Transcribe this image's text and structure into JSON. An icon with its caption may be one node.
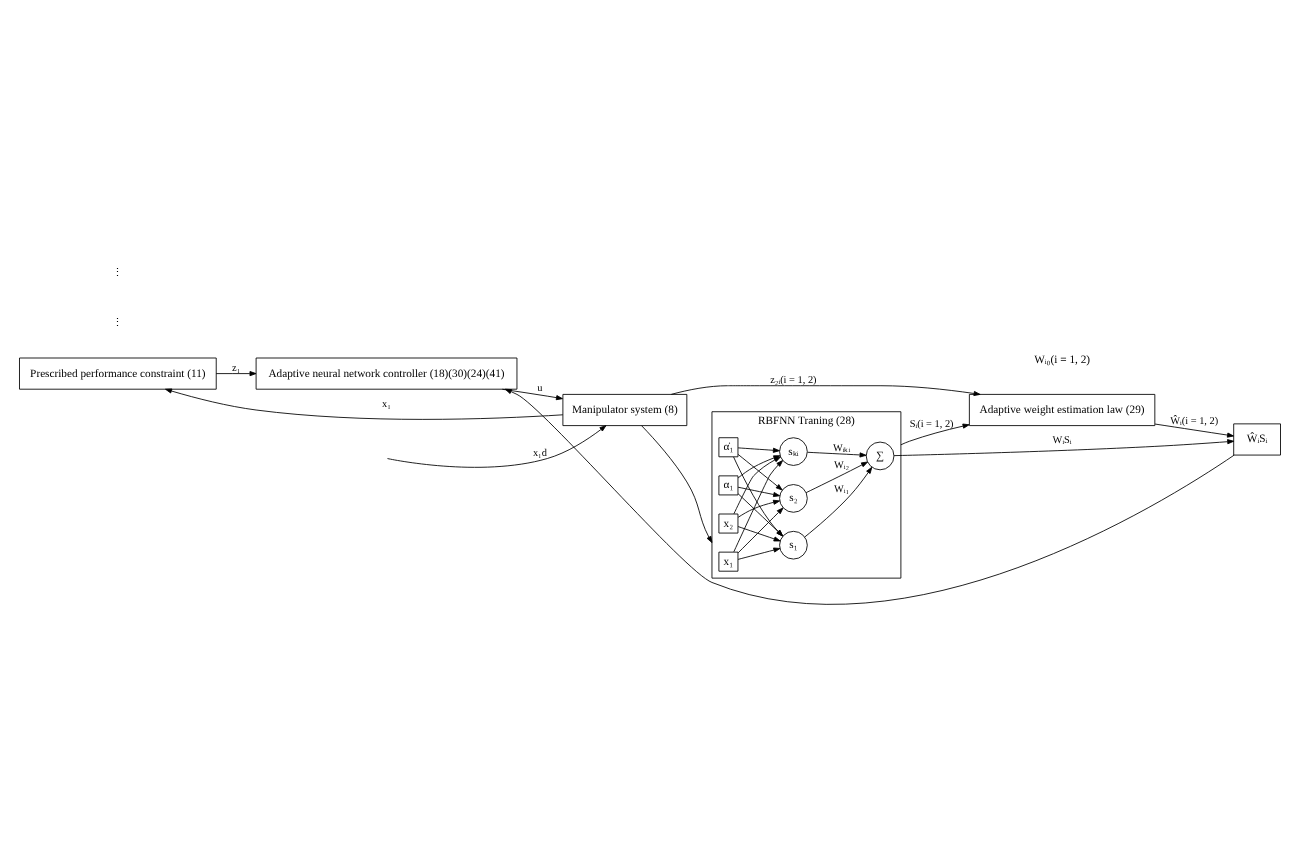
{
  "diagram": {
    "nodes": [
      {
        "text": [
          "Prescribed performance constraint (11)"
        ]
      },
      {
        "text": [
          "Adaptive neural network controller (18)(30)(24)(41)"
        ]
      },
      {
        "text": [
          "Manipulator system (8)"
        ]
      },
      {
        "text": [
          "Adaptive weight estimation law (29)"
        ]
      },
      {
        "text": [
          "RBFNN Traning (28)"
        ]
      },
      {
        "text": [
          "x₁"
        ],
        "in": 4
      },
      {
        "text": [
          "x₂"
        ],
        "in": 4
      },
      {
        "text": [
          "α₁"
        ],
        "in": 4
      },
      {
        "text": [
          "α̇₁"
        ],
        "in": 4
      },
      {
        "text": [
          "s₁"
        ],
        "in": 4
      },
      {
        "text": [
          "s₂"
        ],
        "in": 4
      },
      {
        "text": [
          "sₖᵢ"
        ],
        "in": 4
      },
      {
        "text": [
          "∑"
        ],
        "in": 4
      },
      {
        "text": [
          "ŴᵢSᵢ"
        ]
      }
    ],
    "edges": [
      {
        "from": 0,
        "to": 1,
        "arrow": "to",
        "label": "z₁"
      },
      {
        "from": null,
        "to": 2,
        "arrow": "to",
        "label": "x₁d"
      },
      {
        "from": 2,
        "to": 0,
        "arrow": "to",
        "label": "x₁"
      },
      {
        "from": 1,
        "to": 2,
        "arrow": "to",
        "label": "u"
      },
      {
        "from": 2,
        "to": 3,
        "arrow": "to",
        "label": "z₂ᵢ(i = 1, 2)"
      },
      {
        "from": 4,
        "to": 3,
        "arrow": "to",
        "label": "Sᵢ(i = 1, 2)"
      },
      {
        "from": 3,
        "to": 13,
        "arrow": "to",
        "label": "Ŵᵢ(i = 1, 2)"
      },
      {
        "from": 2,
        "to": 4,
        "arrow": "to"
      },
      {
        "from": 5,
        "to": 9,
        "arrow": "to"
      },
      {
        "from": 5,
        "to": 10,
        "arrow": "to"
      },
      {
        "from": 5,
        "to": 11,
        "arrow": "to"
      },
      {
        "from": 6,
        "to": 9,
        "arrow": "to"
      },
      {
        "from": 6,
        "to": 10,
        "arrow": "to"
      },
      {
        "from": 6,
        "to": 11,
        "arrow": "to"
      },
      {
        "from": 7,
        "to": 9,
        "arrow": "to"
      },
      {
        "from": 7,
        "to": 10,
        "arrow": "to"
      },
      {
        "from": 7,
        "to": 11,
        "arrow": "to"
      },
      {
        "from": 8,
        "to": 9,
        "arrow": "to"
      },
      {
        "from": 8,
        "to": 10,
        "arrow": "to"
      },
      {
        "from": 8,
        "to": 11,
        "arrow": "to"
      },
      {
        "from": 9,
        "to": 12,
        "arrow": "to",
        "label": "Wᵢ₁"
      },
      {
        "from": 10,
        "to": 12,
        "arrow": "to",
        "label": "Wᵢ₂"
      },
      {
        "from": 11,
        "to": 12,
        "arrow": "to",
        "label": "Wᵢₖᵢ"
      },
      {
        "from": 12,
        "to": 13,
        "arrow": "to",
        "label": "WᵢSᵢ"
      },
      {
        "from": 13,
        "to": 1,
        "arrow": "to"
      }
    ],
    "labels": [
      "Wᵢ₀(i = 1, 2)",
      "⋮",
      "⋮"
    ]
  }
}
